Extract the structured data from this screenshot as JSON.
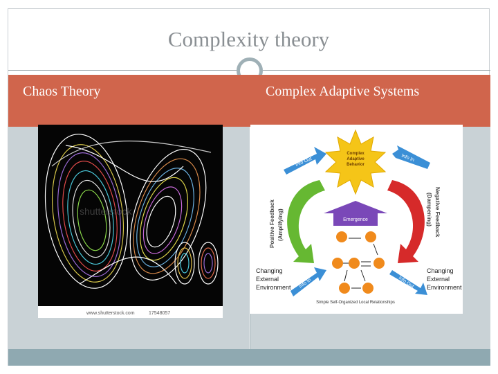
{
  "slide": {
    "title": "Complexity theory",
    "left_heading": "Chaos Theory",
    "right_heading": "Complex Adaptive Systems"
  },
  "chaos_image": {
    "watermark_top": "shutterstock",
    "footer_url": "www.shutterstock.com",
    "footer_id": "17548057"
  },
  "cas_diagram": {
    "sun_lines": [
      "Complex",
      "Adaptive",
      "Behavior"
    ],
    "emergence_label": "Emergence",
    "info_out_left": "Info Out",
    "info_in_right": "Info In",
    "info_in_left": "Info In",
    "info_out_right": "Info Out",
    "positive_feedback": "Positive Feedback",
    "positive_feedback_sub": "(Amplifying)",
    "negative_feedback": "Negative Feedback",
    "negative_feedback_sub": "(Dampening)",
    "changing_left": [
      "Changing",
      "External",
      "Environment"
    ],
    "changing_right": [
      "Changing",
      "External",
      "Environment"
    ],
    "caption": "Simple Self-Organized Local Relationships"
  },
  "colors": {
    "header_band": "#d0654c",
    "body_band": "#c9d2d6",
    "footer_band": "#8fa9b1",
    "title_text": "#8a8f93"
  }
}
